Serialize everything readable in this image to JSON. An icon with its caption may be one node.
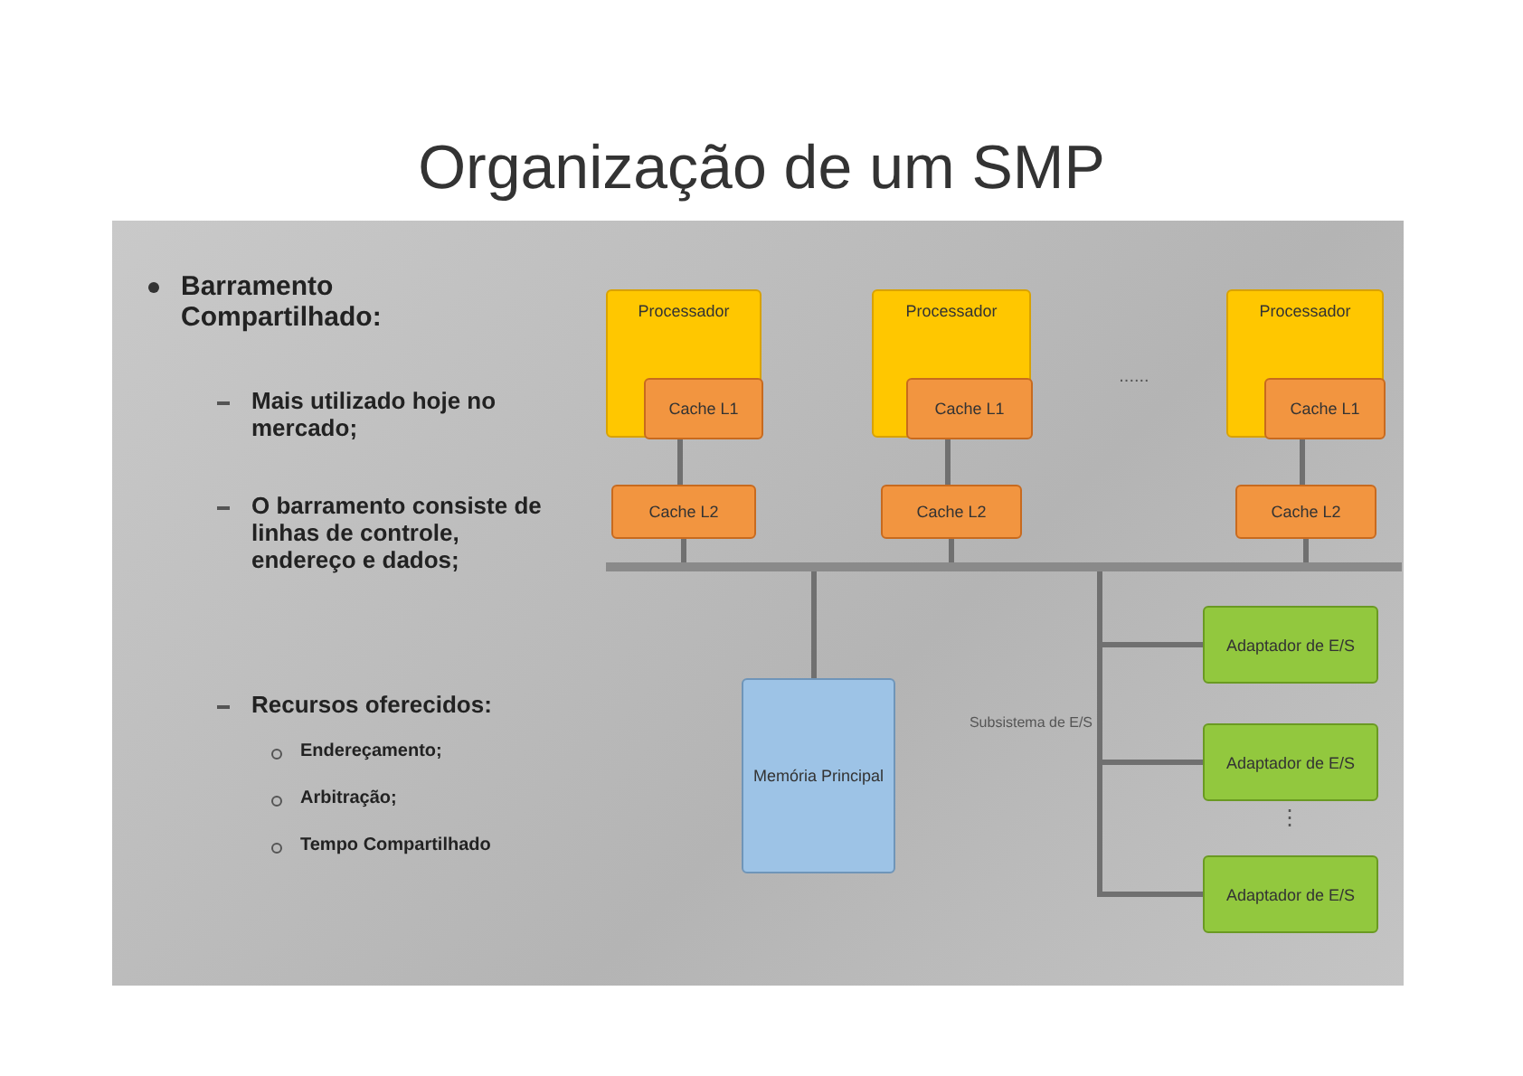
{
  "diagram": {
    "title": "Organização de um SMP",
    "nodes": [
      {
        "text": [
          "Processador"
        ]
      },
      {
        "text": [
          "Cache L1"
        ],
        "in": 0
      },
      {
        "text": [
          "Cache L2"
        ]
      },
      {
        "text": [
          "Processador"
        ]
      },
      {
        "text": [
          "Cache L1"
        ],
        "in": 3
      },
      {
        "text": [
          "Cache L2"
        ]
      },
      {
        "text": [
          "Processador"
        ]
      },
      {
        "text": [
          "Cache L1"
        ],
        "in": 6
      },
      {
        "text": [
          "Cache L2"
        ]
      },
      {
        "text": [],
        "shape": "bar"
      },
      {
        "text": [
          "Memória Principal"
        ]
      },
      {
        "text": [
          "Adaptador de E/S"
        ]
      },
      {
        "text": [
          "Adaptador de E/S"
        ]
      },
      {
        "text": [
          "Adaptador de E/S"
        ]
      }
    ],
    "edges": [
      {
        "from": 1,
        "to": 2,
        "arrow": "none"
      },
      {
        "from": 4,
        "to": 5,
        "arrow": "none"
      },
      {
        "from": 7,
        "to": 8,
        "arrow": "none"
      },
      {
        "from": 2,
        "to": 9,
        "arrow": "none"
      },
      {
        "from": 5,
        "to": 9,
        "arrow": "none"
      },
      {
        "from": 8,
        "to": 9,
        "arrow": "none"
      },
      {
        "from": 9,
        "to": 10,
        "arrow": "none"
      },
      {
        "from": 9,
        "to": 11,
        "arrow": "none"
      },
      {
        "from": 9,
        "to": 12,
        "arrow": "none"
      },
      {
        "from": 9,
        "to": 13,
        "arrow": "none"
      }
    ],
    "labels": [
      "Barramento Compartilhado:",
      "Mais utilizado hoje no mercado;",
      "O barramento consiste de linhas de controle, endereço e dados;",
      "Recursos oferecidos:",
      "Endereçamento;",
      "Arbitração;",
      "Tempo Compartilhado",
      "......",
      "Subsistema de E/S",
      "⋮"
    ]
  }
}
